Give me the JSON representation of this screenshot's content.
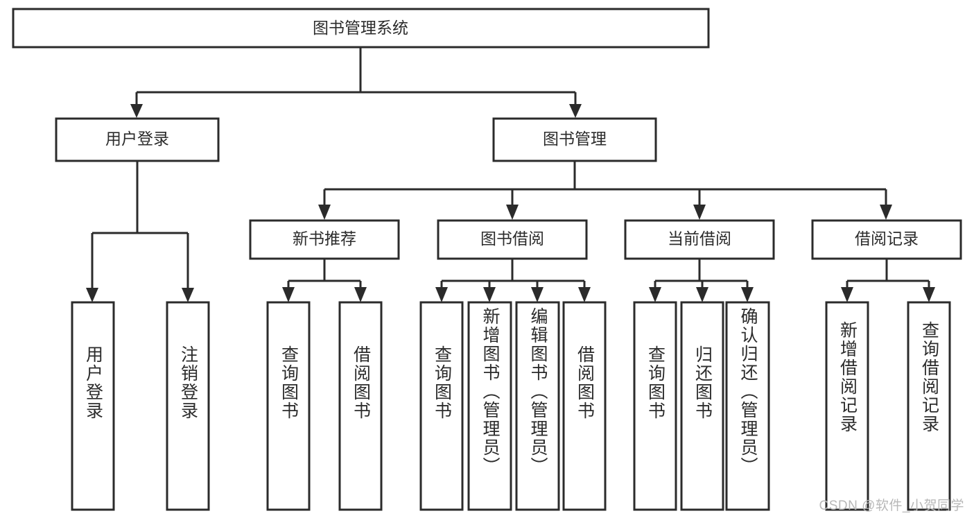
{
  "diagram": {
    "title": "图书管理系统",
    "type": "tree-hierarchy",
    "root": {
      "label": "图书管理系统"
    },
    "level2": [
      {
        "label": "用户登录"
      },
      {
        "label": "图书管理"
      }
    ],
    "level3": [
      {
        "label": "新书推荐"
      },
      {
        "label": "图书借阅"
      },
      {
        "label": "当前借阅"
      },
      {
        "label": "借阅记录"
      }
    ],
    "leaves": {
      "user_login": [
        {
          "label": "用户登录"
        },
        {
          "label": "注销登录"
        }
      ],
      "new_book_recommend": [
        {
          "label": "查询图书"
        },
        {
          "label": "借阅图书"
        }
      ],
      "book_borrow": [
        {
          "label": "查询图书"
        },
        {
          "label": "新增图书（管理员）"
        },
        {
          "label": "编辑图书（管理员）"
        },
        {
          "label": "借阅图书"
        }
      ],
      "current_borrow": [
        {
          "label": "查询图书"
        },
        {
          "label": "归还图书"
        },
        {
          "label": "确认归还（管理员）"
        }
      ],
      "borrow_record": [
        {
          "label": "新增借阅记录"
        },
        {
          "label": "查询借阅记录"
        }
      ]
    }
  },
  "watermark": {
    "text": "CSDN @软件_小贺同学"
  },
  "colors": {
    "stroke": "#2b2b2b",
    "fill": "#ffffff",
    "text": "#2b2b2b",
    "watermark": "#b8b8b8"
  }
}
